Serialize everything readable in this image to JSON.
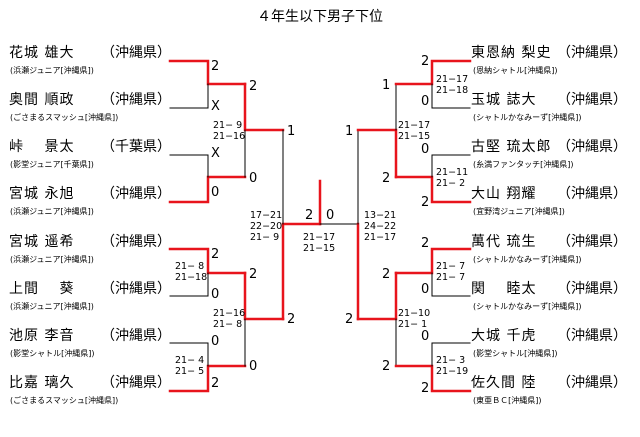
{
  "title": "４年生以下男子下位",
  "left_players": [
    {
      "name": "花城 雄大",
      "club": "(浜瀬ジュニア[沖縄県])",
      "pref": "（沖縄県）"
    },
    {
      "name": "奥間 順政",
      "club": "(ごさまるスマッシュ[沖縄県])",
      "pref": "（沖縄県）"
    },
    {
      "name": "峠　 景太",
      "club": "(影堂ジュニア[千葉県])",
      "pref": "（千葉県）"
    },
    {
      "name": "宮城 永旭",
      "club": "(浜瀬ジュニア[沖縄県])",
      "pref": "（沖縄県）"
    },
    {
      "name": "宮城 遥希",
      "club": "(浜瀬ジュニア[沖縄県])",
      "pref": "（沖縄県）"
    },
    {
      "name": "上間　 葵",
      "club": "(浜瀬ジュニア[沖縄県])",
      "pref": "（沖縄県）"
    },
    {
      "name": "池原 李音",
      "club": "(影堂シャトル[沖縄県])",
      "pref": "（沖縄県）"
    },
    {
      "name": "比嘉 璃久",
      "club": "(ごさまるスマッシュ[沖縄県])",
      "pref": "（沖縄県）"
    }
  ],
  "right_players": [
    {
      "name": "東恩納 梨史",
      "club": "(恩納シャトル[沖縄県])",
      "pref": "（沖縄県）"
    },
    {
      "name": "玉城 誌大",
      "club": "(シャトルかなみーず[沖縄県])",
      "pref": "（沖縄県）"
    },
    {
      "name": "古堅 琉太郎",
      "club": "(糸満ファンタッチ[沖縄県])",
      "pref": "（沖縄県）"
    },
    {
      "name": "大山 翔耀",
      "club": "(宜野湾ジュニア[沖縄県])",
      "pref": "（沖縄県）"
    },
    {
      "name": "萬代 琉生",
      "club": "(シャトルかなみーず[沖縄県])",
      "pref": "（沖縄県）"
    },
    {
      "name": "関　 睦太",
      "club": "(シャトルかなみーず[沖縄県])",
      "pref": "（沖縄県）"
    },
    {
      "name": "大城 千虎",
      "club": "(影堂シャトル[沖縄県])",
      "pref": "（沖縄県）"
    },
    {
      "name": "佐久間 陸",
      "club": "(東亜ＢＣ[沖縄県])",
      "pref": "（沖縄県）"
    }
  ],
  "scores": {
    "l1": "2",
    "l2": "X",
    "l3": "X",
    "l4": "0",
    "l5": "2",
    "l6": "0",
    "l7": "0",
    "l8": "2",
    "l12": "2",
    "l34": "0",
    "l56": "2",
    "l78": "0",
    "l_top": "1",
    "l_bot": "2",
    "l_final": "2",
    "r1": "2",
    "r2": "0",
    "r3": "0",
    "r4": "2",
    "r5": "2",
    "r6": "0",
    "r7": "0",
    "r8": "2",
    "r12": "1",
    "r34": "2",
    "r56": "2",
    "r78": "2",
    "r_top": "1",
    "r_bot": "2",
    "r_final": "0"
  },
  "set_scores": {
    "l12_34": "21− 9\n21−16",
    "l56": "21− 8\n21−18",
    "l56_78": "21−16\n21− 8",
    "l78": "21− 4\n21− 5",
    "l_semi": "17−21\n22−20\n21− 9",
    "final": "21−17\n21−15",
    "r12": "21−17\n21−18",
    "r12_34": "21−17\n21−15",
    "r34": "21−11\n21− 2",
    "r_semi": "13−21\n24−22\n21−17",
    "r56": "21− 7\n21− 7",
    "r56_78": "21−10\n21− 1",
    "r78": "21− 3\n21−19"
  },
  "colors": {
    "winner_line": "#e8141c",
    "line": "#000000"
  }
}
